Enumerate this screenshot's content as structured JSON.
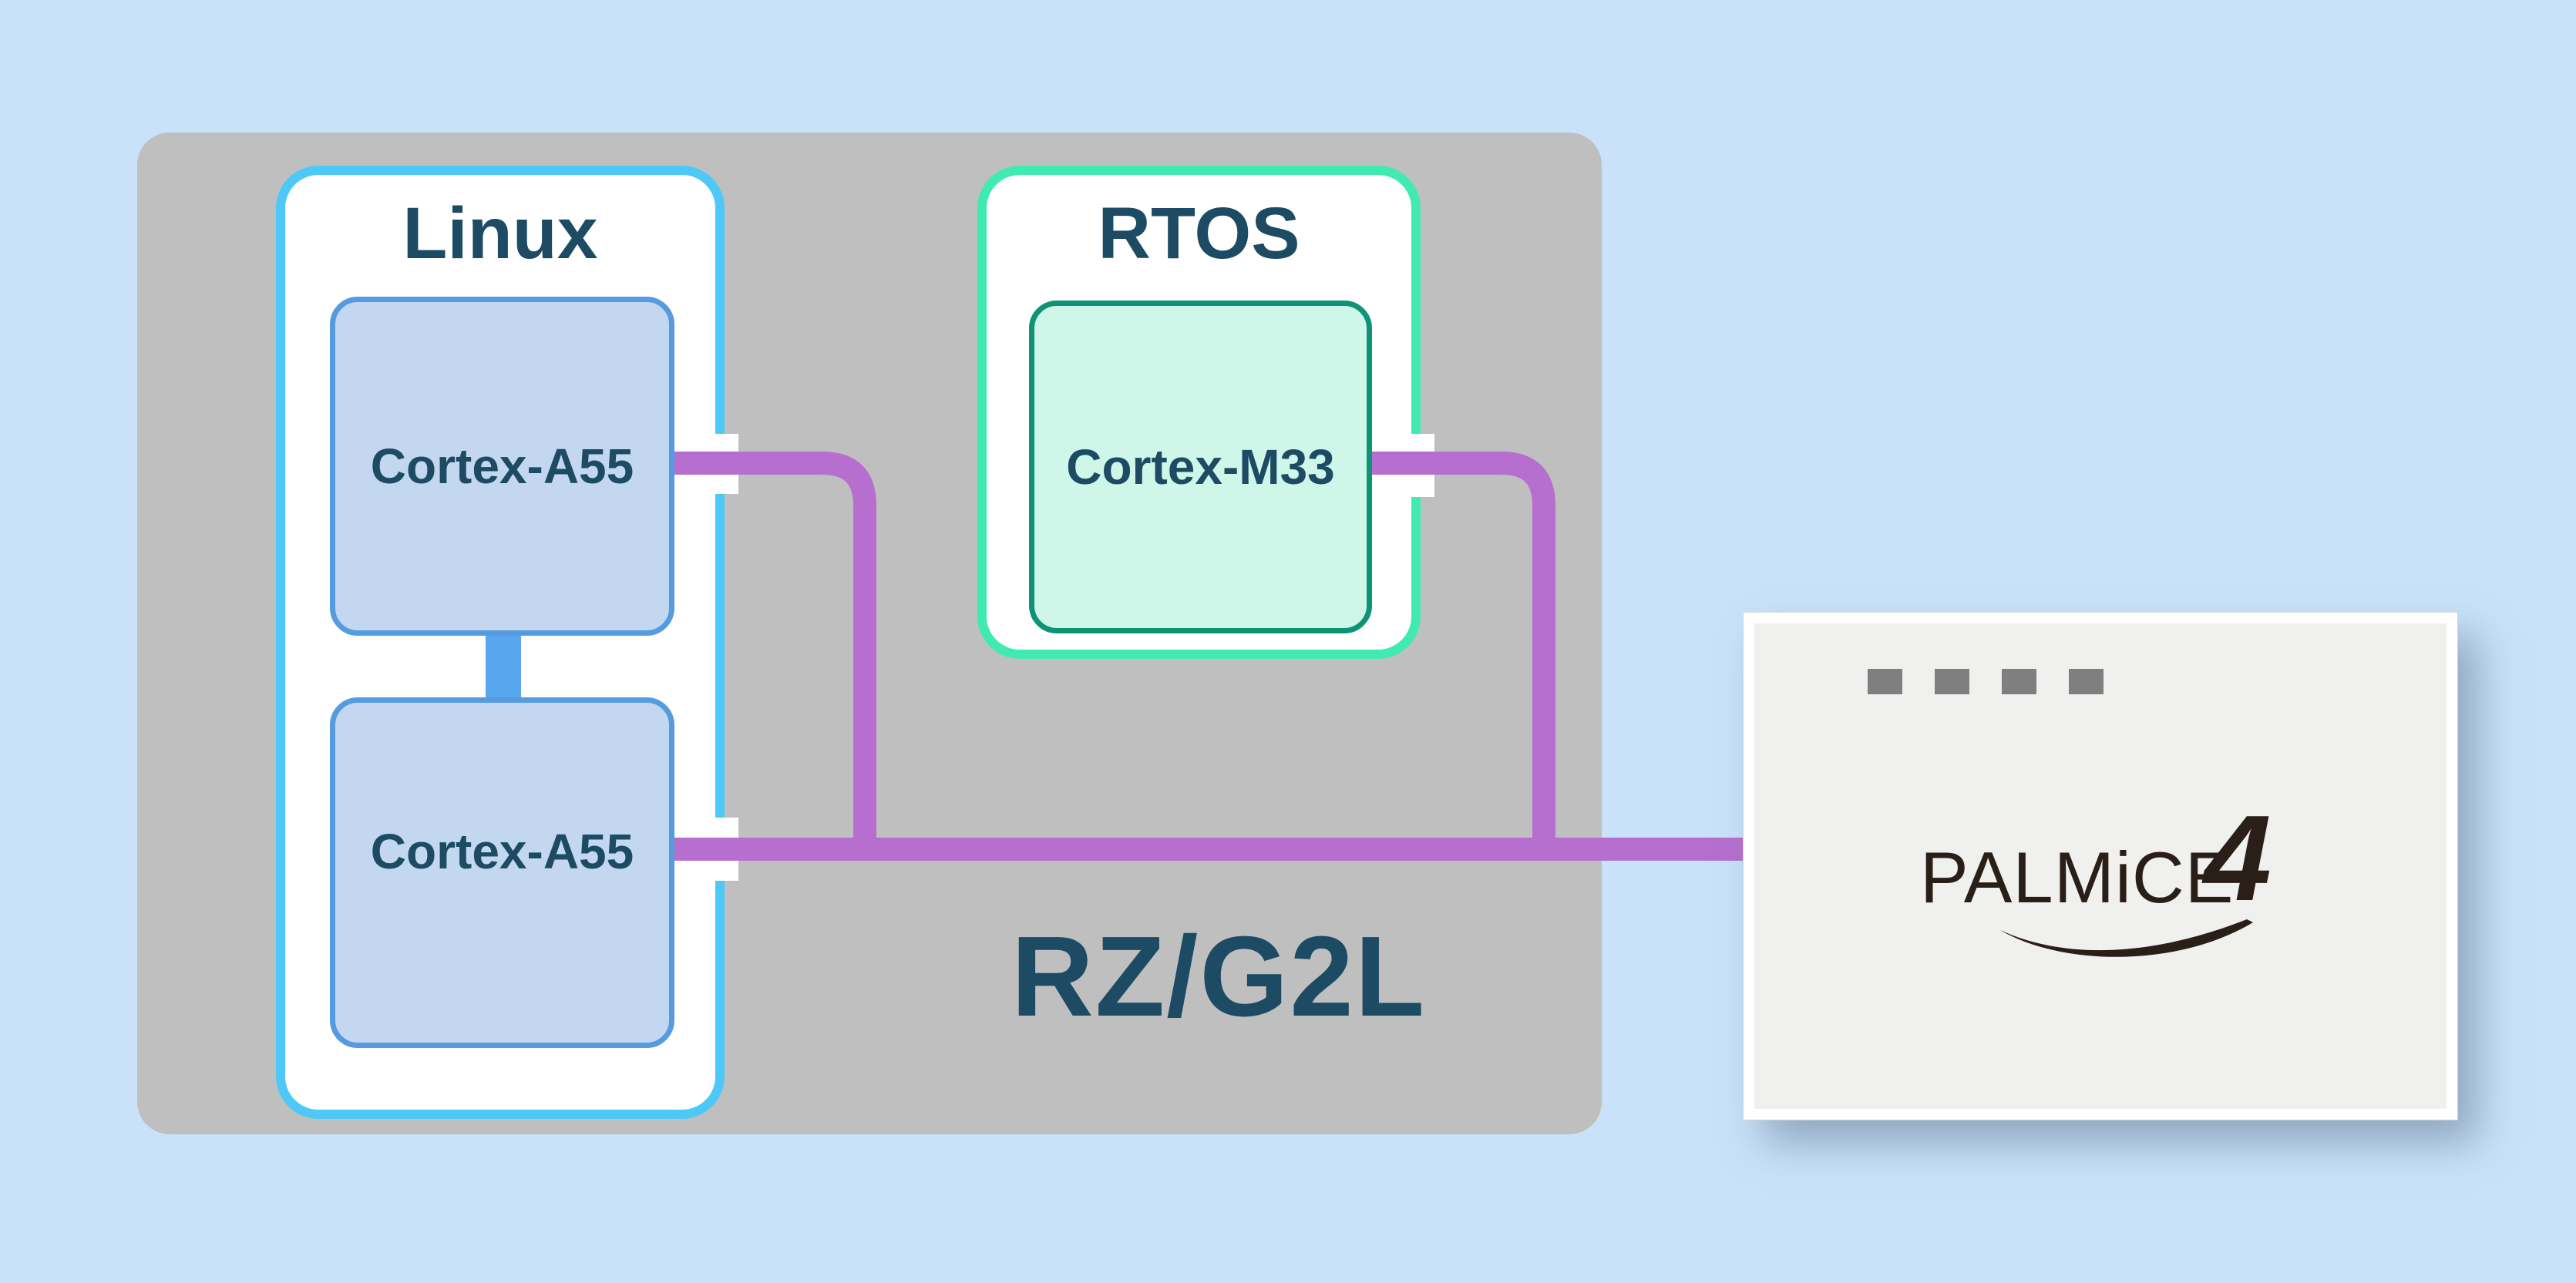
{
  "diagram": {
    "background_color": "#c9e2f9",
    "text_color": "#1c4b63",
    "soc": {
      "name": "RZ/G2L",
      "color": "#bfbfbf"
    },
    "linux_domain": {
      "title": "Linux",
      "border_color": "#4ec9f7",
      "core_fill": "#c3d8f0",
      "core_border": "#569be0",
      "core_link_color": "#58a7ee",
      "cores": [
        {
          "label": "Cortex-A55"
        },
        {
          "label": "Cortex-A55"
        }
      ]
    },
    "rtos_domain": {
      "title": "RTOS",
      "border_color": "#41eab2",
      "core_fill": "#cef6e9",
      "core_border": "#0f9377",
      "cores": [
        {
          "label": "Cortex-M33"
        }
      ]
    },
    "connections": {
      "color": "#b66fce"
    },
    "debugger": {
      "brand": "PALMiCE",
      "model": "4",
      "pad_count": 4,
      "body_color": "#f0f0ee",
      "logo_color": "#2a1e18"
    }
  }
}
